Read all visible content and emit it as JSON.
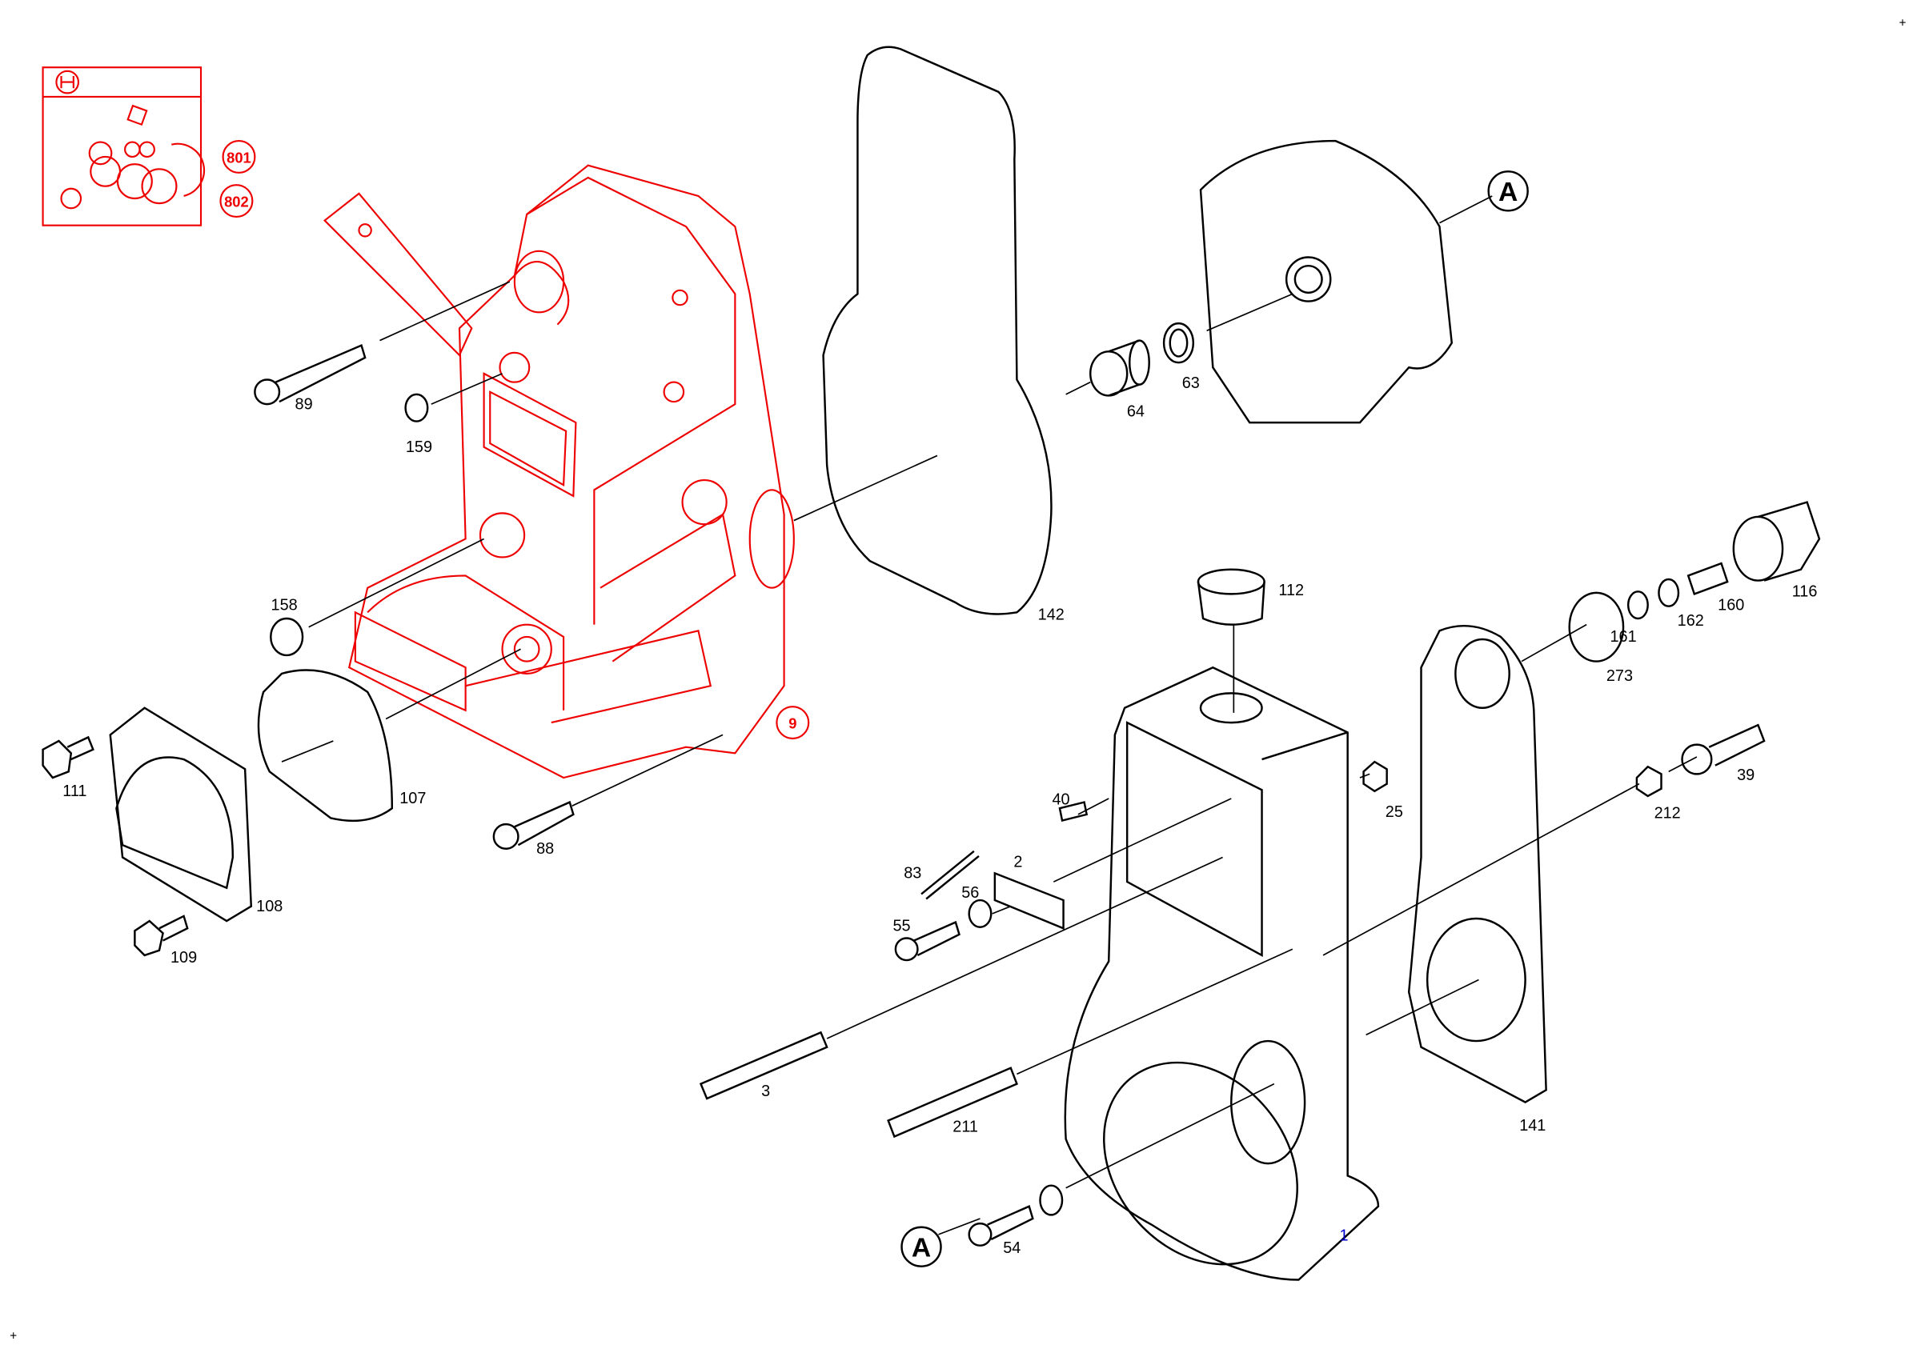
{
  "diagram": {
    "colors": {
      "highlight": "#e00000",
      "line": "#000000",
      "main_part_label": "#0000cc"
    },
    "kit_box": {
      "logo": "bosch-logo",
      "kits": [
        "801",
        "802"
      ]
    },
    "highlighted_assembly_label": "9",
    "reference_marker": "A",
    "main_part_label": "1",
    "part_labels": {
      "p89": "89",
      "p159": "159",
      "p158": "158",
      "p111": "111",
      "p107": "107",
      "p108": "108",
      "p109": "109",
      "p88": "88",
      "p142": "142",
      "p64": "64",
      "p63": "63",
      "p112": "112",
      "p116": "116",
      "p160": "160",
      "p162": "162",
      "p161": "161",
      "p273": "273",
      "p25": "25",
      "p40": "40",
      "p212": "212",
      "p39": "39",
      "p2": "2",
      "p83": "83",
      "p56": "56",
      "p55": "55",
      "p3": "3",
      "p211": "211",
      "p141": "141",
      "p54": "54"
    },
    "corner_marks": [
      "+",
      "+"
    ]
  }
}
